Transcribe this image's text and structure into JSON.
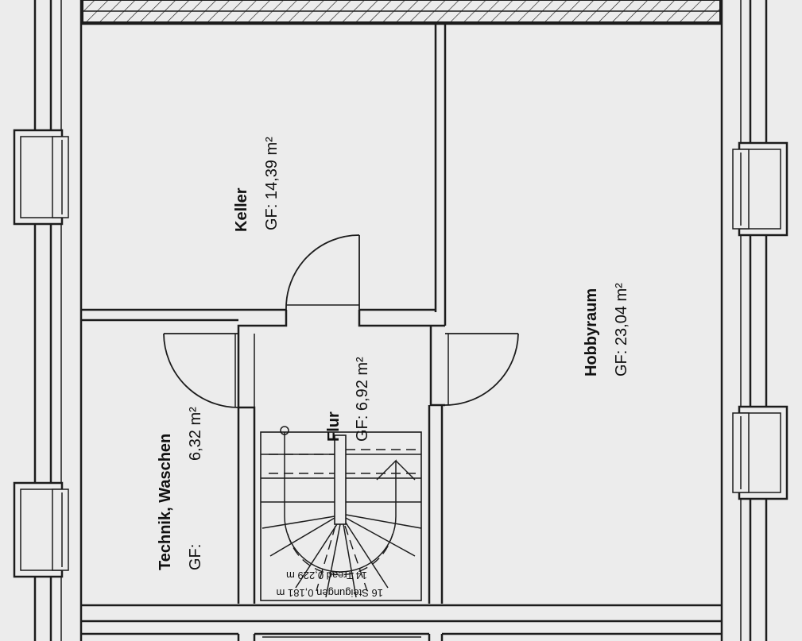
{
  "rooms": {
    "keller": {
      "name": "Keller",
      "area": "GF: 14,39 m²"
    },
    "hobbyraum": {
      "name": "Hobbyraum",
      "area": "GF: 23,04 m²"
    },
    "flur": {
      "name": "Flur",
      "area": "GF: 6,92 m²"
    },
    "technik": {
      "name": "Technik, Waschen",
      "area_prefix": "GF:",
      "area_value": "6,32 m²"
    }
  },
  "stair": {
    "steps_note": "16 Steigungen 0,181 m",
    "tread_note": "14 Tread 0,229 m"
  }
}
